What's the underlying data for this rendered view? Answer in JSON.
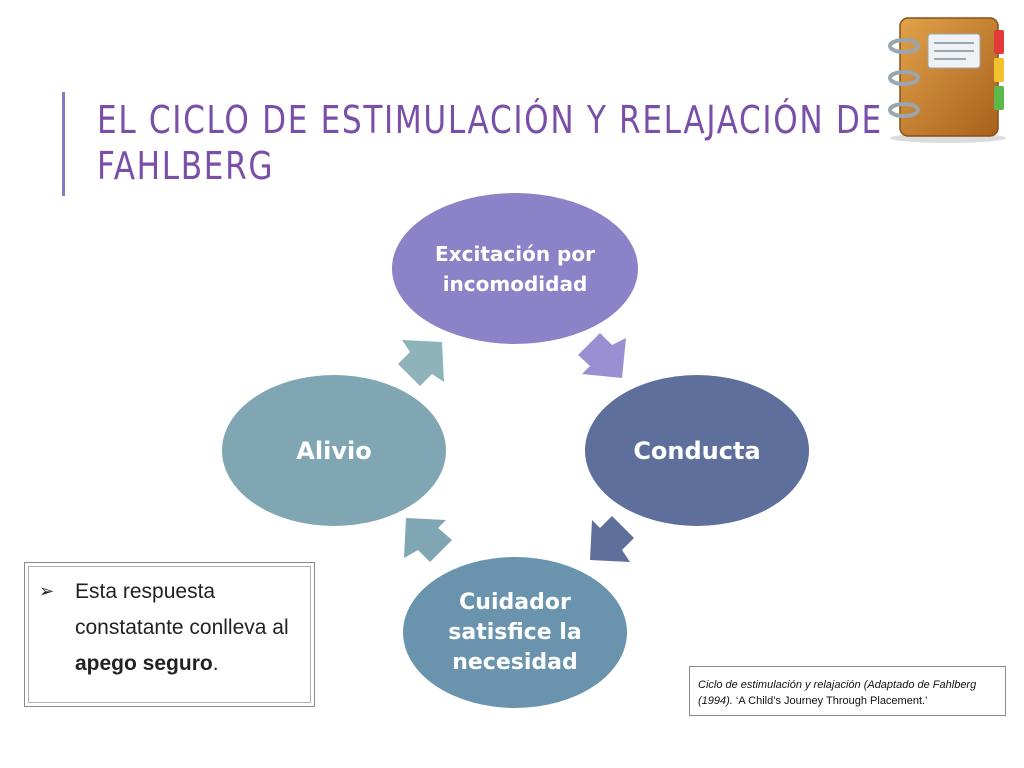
{
  "slide": {
    "title_line1": "EL CICLO DE ESTIMULACIÓN Y RELAJACIÓN DE",
    "title_line2": "FAHLBERG"
  },
  "cycle": {
    "nodes": [
      {
        "id": "excitacion",
        "label_line1": "Excitación por",
        "label_line2": "incomodidad",
        "color": "#8b82c7"
      },
      {
        "id": "conducta",
        "label": "Conducta",
        "color": "#5d6f9a"
      },
      {
        "id": "cuidador",
        "label_line1": "Cuidador",
        "label_line2": "satisfice la",
        "label_line3": "necesidad",
        "color": "#6a93ad"
      },
      {
        "id": "alivio",
        "label": "Alivio",
        "color": "#7fa6b2"
      }
    ],
    "arrow_colors": [
      "#9b8fd3",
      "#5d6f9a",
      "#7fa6b2",
      "#8fb3bb"
    ]
  },
  "note": {
    "bullet_icon": "arrow-bullet-icon",
    "text_before": "Esta respuesta constatante conlleva al ",
    "text_bold": "apego seguro",
    "text_after": "."
  },
  "citation": {
    "italic_part": "Ciclo de estimulación y relajación  (Adaptado de Fahlberg (1994).",
    "normal_part": " ‘A Child’s Journey Through Placement.’"
  },
  "decor": {
    "icon": "notebook-icon",
    "accent_color": "#7a4fa8"
  }
}
